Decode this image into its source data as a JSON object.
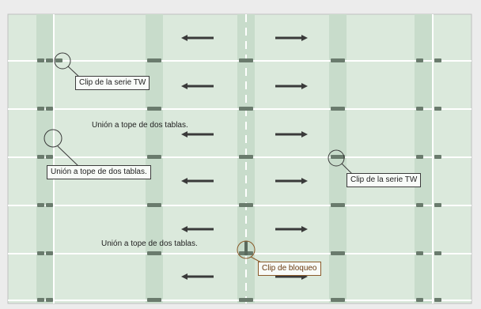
{
  "callouts": {
    "clip_tw_1": "Clip de la serie TW",
    "clip_tw_2": "Clip de la serie TW",
    "clip_lock": "Clip de bloqueo",
    "butt_joint_boxed": "Unión a tope de dos tablas."
  },
  "notes": {
    "butt_joint_top": "Unión a tope de dos tablas.",
    "butt_joint_bottom": "Unión a tope de dos tablas."
  },
  "arrow_directions": {
    "left_column": "left",
    "right_column": "right"
  },
  "colors": {
    "board": "#d8e8da",
    "board_edge": "#c2d6c4",
    "seam": "#ffffff",
    "joist": "#bcd1bf",
    "clip": "#5f6f62",
    "arrow": "#3a3a3a",
    "callout_circle": "#3a3a3a",
    "lock_circle": "#8a5a2a"
  }
}
